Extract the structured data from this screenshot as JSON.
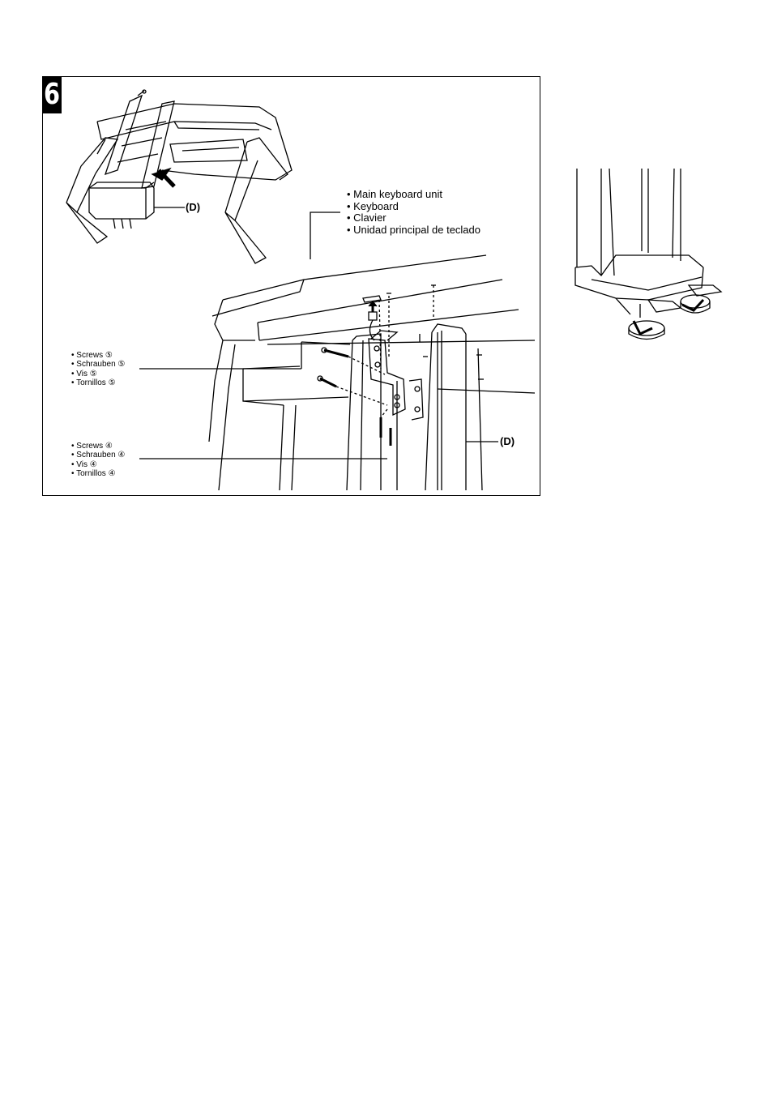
{
  "step": {
    "number": "6"
  },
  "callouts": {
    "keyboard_unit": [
      "Main keyboard unit",
      "Keyboard",
      "Clavier",
      "Unidad principal de teclado"
    ],
    "screws5": [
      "Screws ⑤",
      "Schrauben ⑤",
      "Vis ⑤",
      "Tornillos ⑤"
    ],
    "screws4": [
      "Screws ④",
      "Schrauben ④",
      "Vis ④",
      "Tornillos ④"
    ],
    "part_d_top": "(D)",
    "part_d_main": "(D)"
  }
}
